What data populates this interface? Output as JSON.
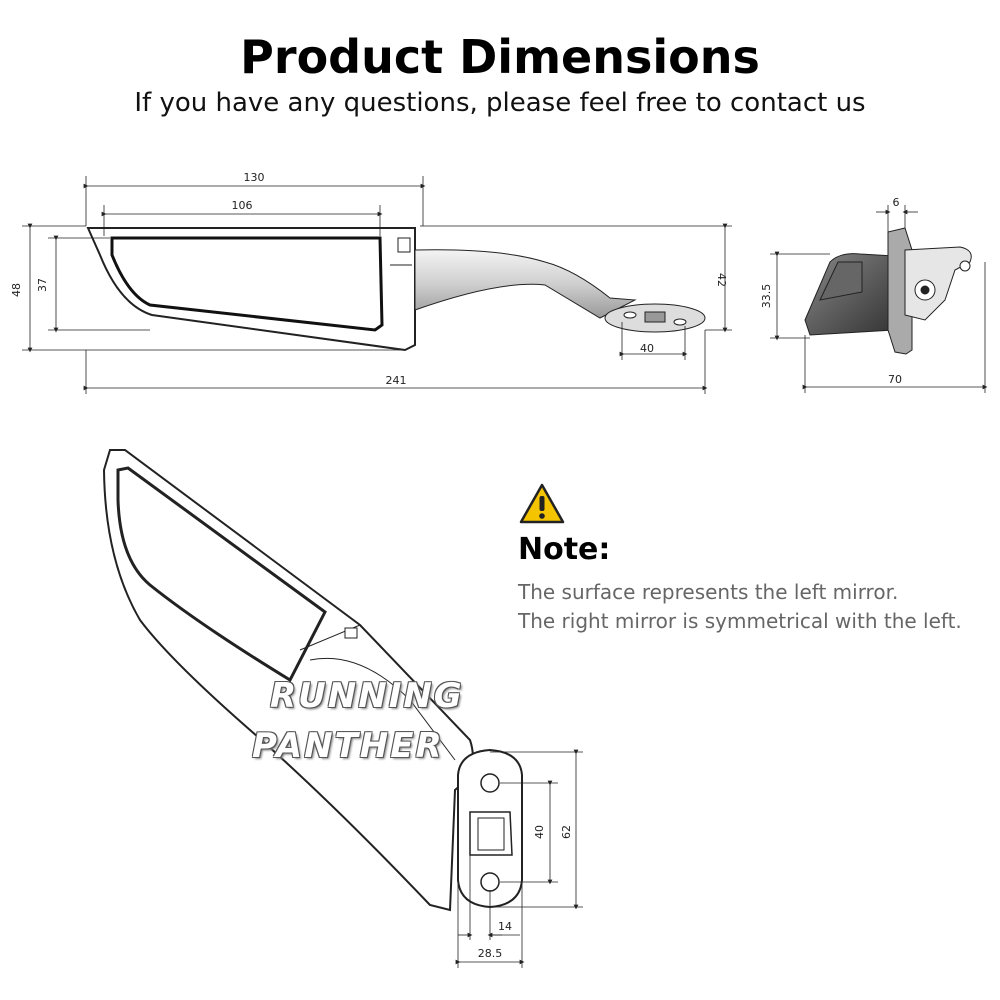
{
  "header": {
    "title": "Product Dimensions",
    "subtitle": "If you have any questions, please feel free to contact us"
  },
  "dimensions": {
    "side_width_total": "130",
    "side_width_glass": "106",
    "side_height_total": "48",
    "side_height_glass": "37",
    "side_height_stem": "42",
    "side_base_hole": "40",
    "side_length_total": "241",
    "rear_thickness": "6",
    "rear_height": "33.5",
    "rear_depth": "70",
    "base_hole_spacing": "40",
    "base_length": "62",
    "base_slot_width": "14",
    "base_width": "28.5"
  },
  "note": {
    "heading": "Note:",
    "line1": "The surface represents the left mirror.",
    "line2": "The right mirror is symmetrical with the left."
  },
  "watermark": {
    "line1": "RUNNING",
    "line2": "PANTHER"
  },
  "colors": {
    "warning": "#f5c400",
    "line": "#222222",
    "note_text": "#666666"
  }
}
